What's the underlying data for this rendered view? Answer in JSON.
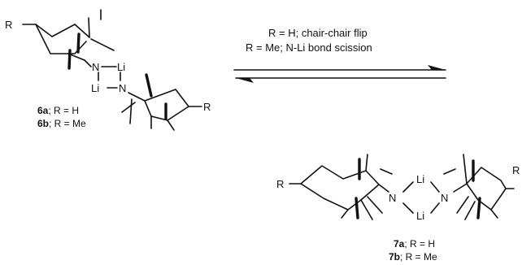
{
  "conditions": {
    "line1": "R = H; chair-chair flip",
    "line2": "R = Me; N-Li bond scission"
  },
  "structure_left": {
    "r_top": "R",
    "r_bottom": "R",
    "n_top": "N",
    "n_bottom": "N",
    "li_top": "Li",
    "li_bottom": "Li",
    "caption_a_bold": "6a",
    "caption_a_rest": "; R = H",
    "caption_b_bold": "6b",
    "caption_b_rest": "; R = Me"
  },
  "structure_right": {
    "r_left": "R",
    "r_right": "R",
    "n_left": "N",
    "n_right": "N",
    "li_top": "Li",
    "li_bottom": "Li",
    "caption_a_bold": "7a",
    "caption_a_rest": "; R = H",
    "caption_b_bold": "7b",
    "caption_b_rest": "; R = Me"
  },
  "arrow": "equilibrium"
}
